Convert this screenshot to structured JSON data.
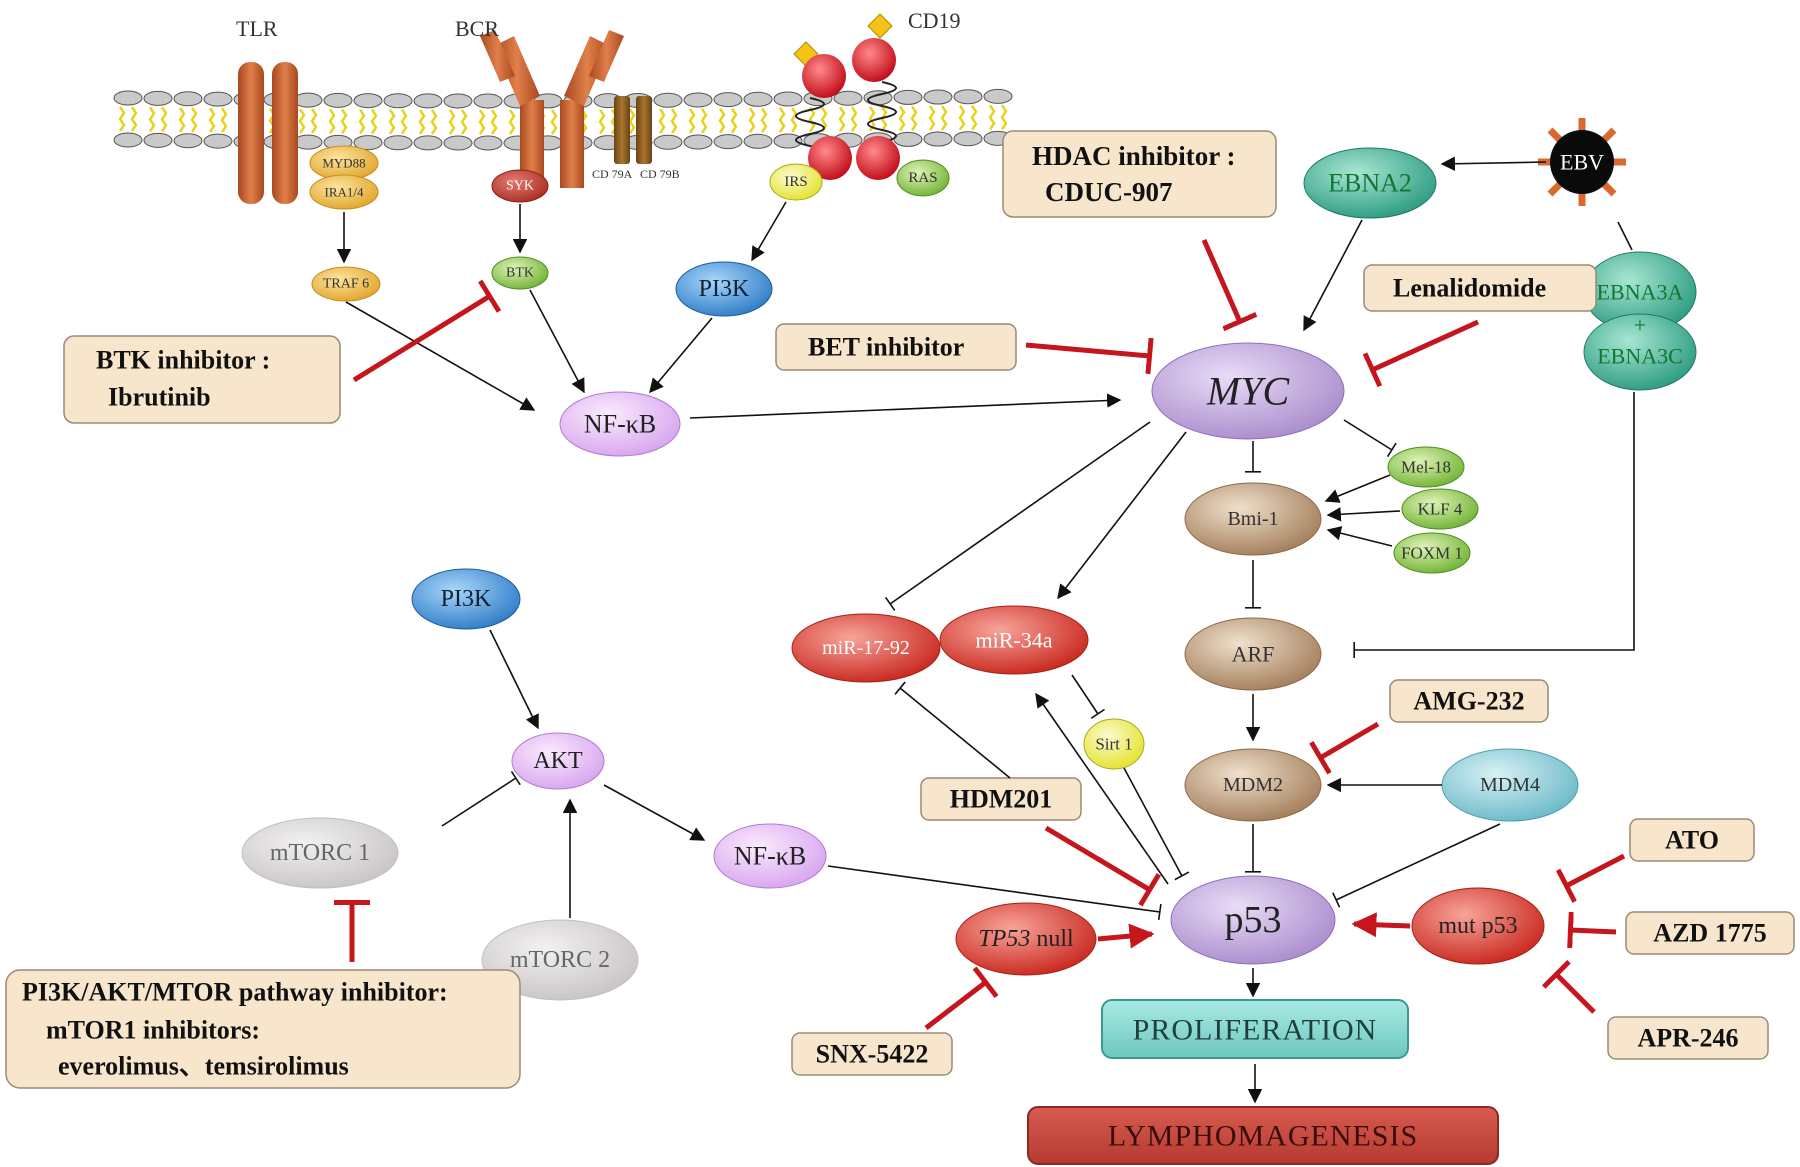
{
  "receptors": {
    "tlr": "TLR",
    "bcr": "BCR",
    "cd19": "CD19",
    "cd79a": "CD 79A",
    "cd79b": "CD 79B"
  },
  "nodes": {
    "myd88": "MYD88",
    "ira14": "IRA1/4",
    "syk": "SYK",
    "irs": "IRS",
    "ras": "RAS",
    "traf6": "TRAF 6",
    "btk": "BTK",
    "pi3k_top": "PI3K",
    "nfkb_top": "NF-κB",
    "ebv": "EBV",
    "ebna2": "EBNA2",
    "ebna3a": "EBNA3A",
    "ebna_plus": "+",
    "ebna3c": "EBNA3C",
    "myc": "MYC",
    "mel18": "Mel-18",
    "klf4": "KLF 4",
    "foxm1": "FOXM 1",
    "bmi1": "Bmi-1",
    "arf": "ARF",
    "mdm2": "MDM2",
    "mdm4": "MDM4",
    "p53": "p53",
    "mir1792": "miR-17-92",
    "mir34a": "miR-34a",
    "sirt1": "Sirt 1",
    "tp53_italic": "TP53",
    "tp53_null": " null",
    "mut_p53": "mut p53",
    "pi3k_mid": "PI3K",
    "akt": "AKT",
    "nfkb_mid": "NF-κB",
    "mtorc1": "mTORC 1",
    "mtorc2": "mTORC 2",
    "proliferation": "PROLIFERATION",
    "lymphomagenesis": "LYMPHOMAGENESIS"
  },
  "drugs": {
    "hdac_line1": "HDAC inhibitor :",
    "hdac_line2": "CDUC-907",
    "lenalidomide": "Lenalidomide",
    "bet": "BET inhibitor",
    "btk_line1": "BTK inhibitor :",
    "btk_line2": "Ibrutinib",
    "amg232": "AMG-232",
    "hdm201": "HDM201",
    "ato": "ATO",
    "azd1775": "AZD 1775",
    "apr246": "APR-246",
    "snx5422": "SNX-5422",
    "pathway_line1": "PI3K/AKT/MTOR pathway inhibitor:",
    "pathway_line2": "mTOR1 inhibitors:",
    "pathway_line3": "everolimus、temsirolimus"
  },
  "colors": {
    "inhibitor_red": "#c4161c",
    "drug_box_fill": "#f7e6cb",
    "myc_purple": "#b99fd6",
    "bmi_tan": "#b89676",
    "mir_red": "#d9453a",
    "ebna_teal": "#3da98e",
    "pi3k_blue": "#3a86cf",
    "nfkb_pink": "#e3b8f2",
    "green_node": "#8bc24a",
    "mdm4_cyan": "#7cc6d3",
    "proliferation_fill": "#7dd3cc",
    "lymphomagenesis_fill": "#c9483f",
    "mtorc_grey": "#d8d5d7"
  }
}
